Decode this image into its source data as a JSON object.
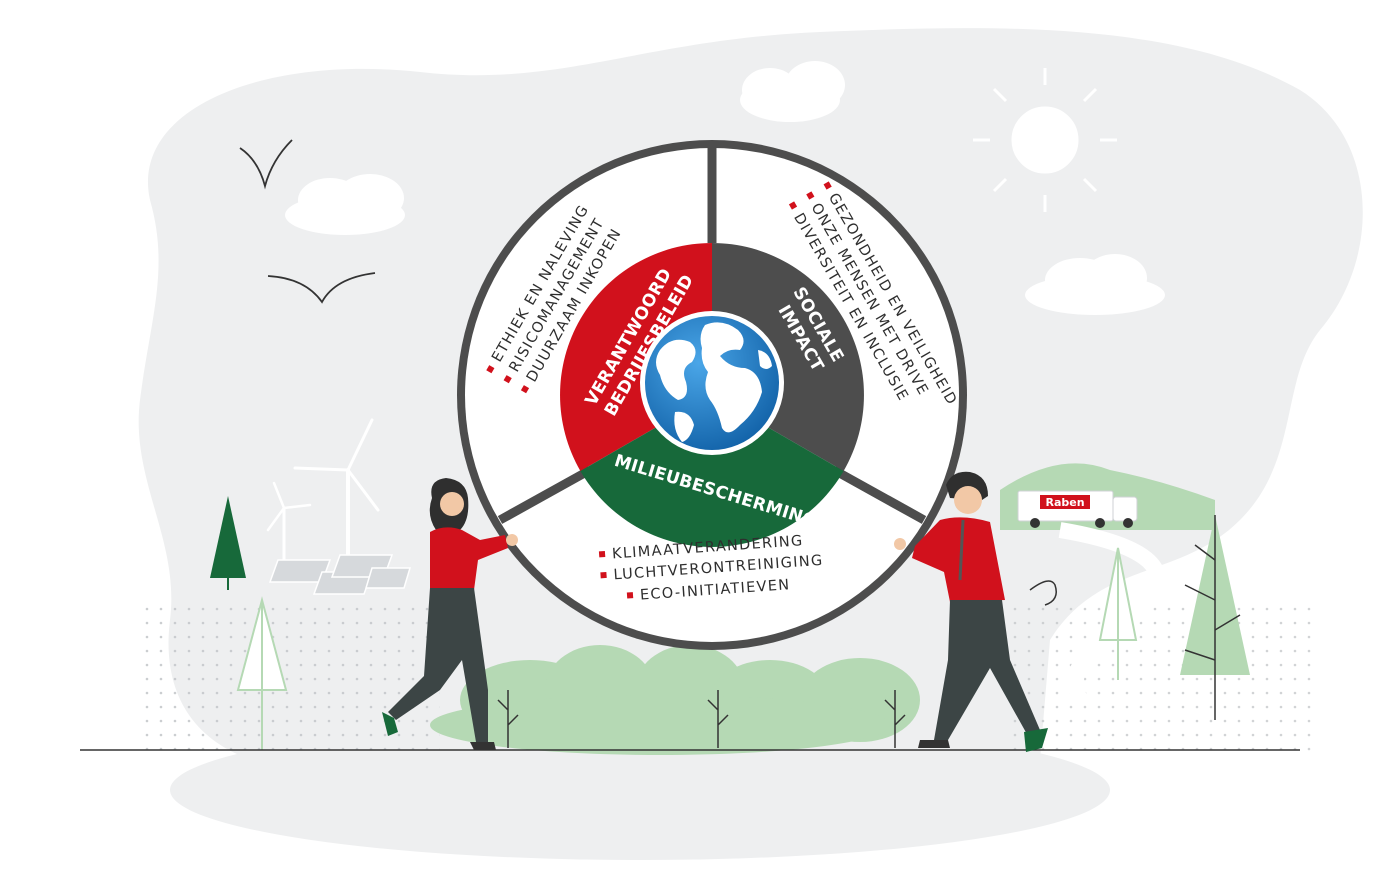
{
  "wheel": {
    "segments": [
      {
        "id": "verantwoord",
        "title_line1": "VERANTWOORD",
        "title_line2": "BEDRIJFSBELEID",
        "color": "#d1111c",
        "items": [
          "ETHIEK EN NALEVING",
          "RISICOMANAGEMENT",
          "DUURZAAM INKOPEN"
        ]
      },
      {
        "id": "sociale",
        "title_line1": "SOCIALE",
        "title_line2": "IMPACT",
        "color": "#4d4d4d",
        "items": [
          "GEZONDHEID EN VEILIGHEID",
          "ONZE MENSEN MET DRIVE",
          "DIVERSITEIT EN INCLUSIE"
        ]
      },
      {
        "id": "milieu",
        "title_line1": "MILIEUBESCHERMING",
        "color": "#17693a",
        "items": [
          "KLIMAATVERANDERING",
          "LUCHTVERONTREINIGING",
          "ECO-INITIATIEVEN"
        ]
      }
    ],
    "rim_color": "#4d4d4d",
    "bullet_color": "#d1111c"
  },
  "truck": {
    "label": "Raben",
    "brand_color": "#d1111c"
  },
  "icons": [
    "globe-icon",
    "sun-icon",
    "bird-icon",
    "wind-turbine-icon",
    "solar-panel-icon",
    "tree-icon",
    "truck-icon",
    "cloud-icon"
  ],
  "colors": {
    "backdrop": "#eeeff0",
    "shirt": "#d1111c",
    "trousers": "#3c4545",
    "foliage": "#b5d9b4",
    "ocean": "#1e7fc4",
    "land": "#ffffff"
  }
}
